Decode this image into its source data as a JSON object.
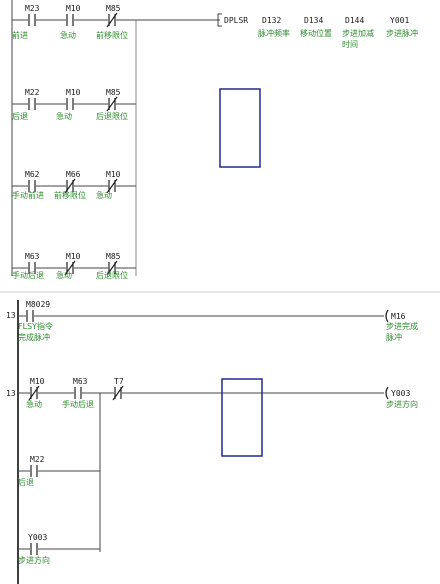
{
  "program_upper": {
    "rungs": [
      {
        "contacts": [
          {
            "address": "M23",
            "comment": "前进",
            "type": "NO"
          },
          {
            "address": "M10",
            "comment": "急动",
            "type": "NO"
          },
          {
            "address": "M85",
            "comment": "前移限位",
            "type": "NC"
          }
        ],
        "instruction": {
          "mnemonic": "DPLSR",
          "operands": [
            {
              "address": "D132",
              "comment": [
                "脉冲频率"
              ]
            },
            {
              "address": "D134",
              "comment": [
                "移动位置"
              ]
            },
            {
              "address": "D144",
              "comment": [
                "步进加减",
                "时间"
              ]
            },
            {
              "address": "Y001",
              "comment": [
                "步进脉冲"
              ]
            }
          ]
        }
      },
      {
        "contacts": [
          {
            "address": "M22",
            "comment": "后退",
            "type": "NO"
          },
          {
            "address": "M10",
            "comment": "急动",
            "type": "NO"
          },
          {
            "address": "M85",
            "comment": "后退限位",
            "type": "NC"
          }
        ]
      },
      {
        "contacts": [
          {
            "address": "M62",
            "comment": "手动前进",
            "type": "NO"
          },
          {
            "address": "M66",
            "comment": "前移限位",
            "type": "NC"
          },
          {
            "address": "M10",
            "comment": "急动",
            "type": "NC"
          }
        ]
      },
      {
        "contacts": [
          {
            "address": "M63",
            "comment": "手动后退",
            "type": "NO"
          },
          {
            "address": "M10",
            "comment": "急动",
            "type": "NC"
          },
          {
            "address": "M85",
            "comment": "后退限位",
            "type": "NC"
          }
        ]
      }
    ]
  },
  "program_lower": {
    "rungs": [
      {
        "step": "13",
        "contacts": [
          {
            "address": "M8029",
            "comment": [
              "FLSY指令",
              "完成脉冲"
            ],
            "type": "NO"
          }
        ],
        "coil": {
          "address": "M16",
          "comment": [
            "步进完成",
            "脉冲"
          ]
        }
      },
      {
        "step": "13",
        "contacts": [
          {
            "address": "M10",
            "comment": [
              "急动"
            ],
            "type": "NC"
          },
          {
            "address": "M63",
            "comment": [
              "手动后退"
            ],
            "type": "NO"
          },
          {
            "address": "T7",
            "comment": [],
            "type": "NC"
          }
        ],
        "branches": [
          {
            "address": "M22",
            "comment": "后退"
          },
          {
            "address": "Y003",
            "comment": "步进方向"
          }
        ],
        "coil": {
          "address": "Y003",
          "comment": [
            "步进方向"
          ]
        }
      }
    ]
  },
  "colors": {
    "line": "#444444",
    "rail": "#000000",
    "address": "#1a1a1a",
    "comment": "#2e8b2e",
    "highlight": "#1f2a8a",
    "branch_wire": "#888888"
  }
}
